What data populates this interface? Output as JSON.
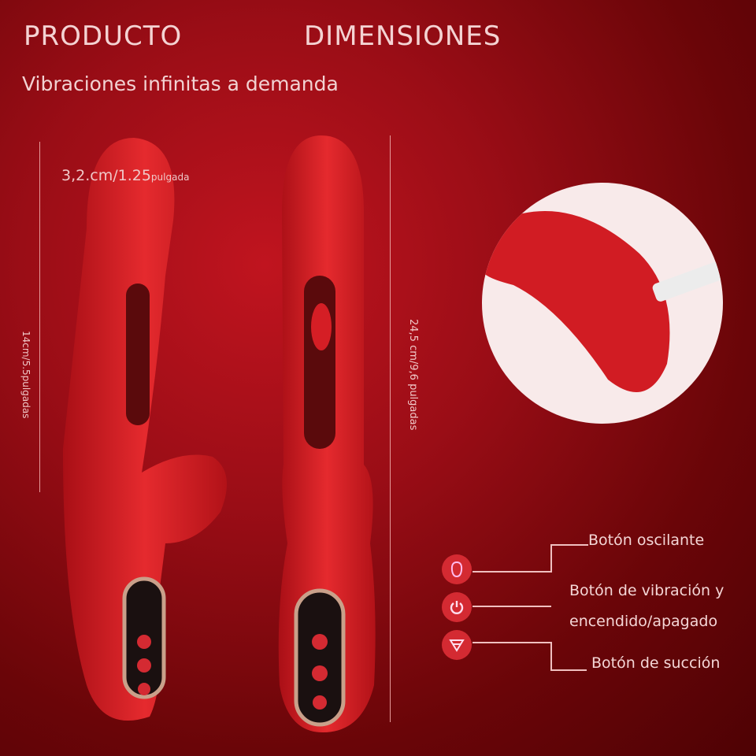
{
  "header": {
    "title_left": "PRODUCTO",
    "title_right": "DIMENSIONES",
    "subtitle": "Vibraciones infinitas a demanda"
  },
  "dimensions": {
    "width": "3,2.cm/1.25",
    "width_unit": "pulgada",
    "insertable": "14cm/5.5pulgadas",
    "total": "24,5 cm/9,6 pulgadas"
  },
  "features": [
    {
      "icon": "tongue-icon",
      "label": "Botón oscilante"
    },
    {
      "icon": "power-icon",
      "label_line1": "Botón de vibración y",
      "label_line2": "encendido/apagado"
    },
    {
      "icon": "suction-icon",
      "label": "Botón de succión"
    }
  ],
  "colors": {
    "product": "#d51e25",
    "accent": "#d42a32",
    "background": "#7a0609"
  }
}
